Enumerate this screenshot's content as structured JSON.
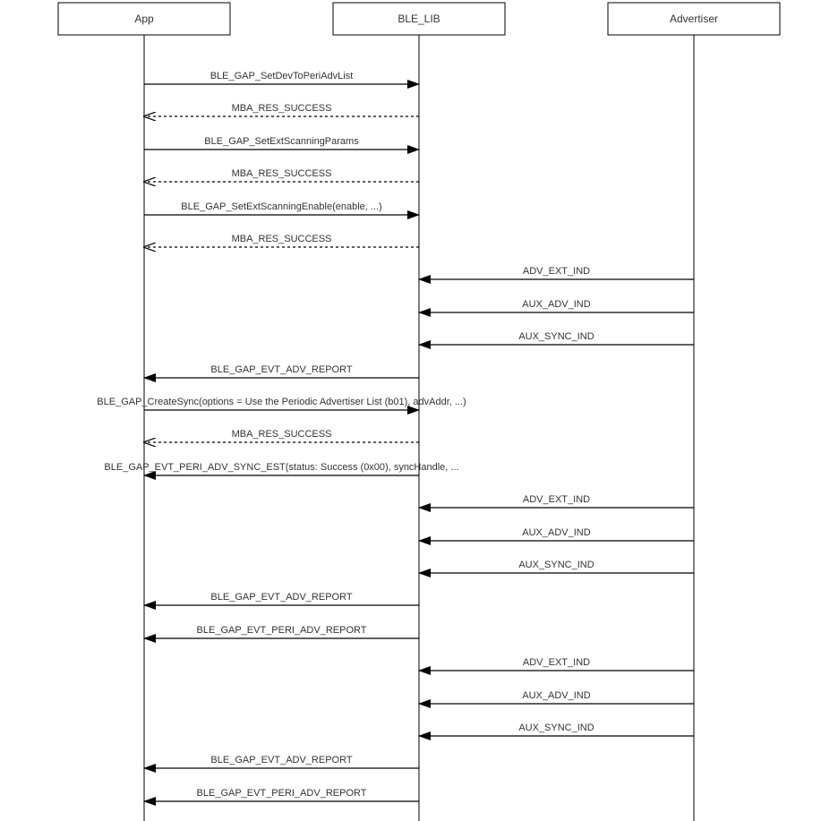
{
  "diagram": {
    "participants": [
      {
        "id": "app",
        "name": "App"
      },
      {
        "id": "ble_lib",
        "name": "BLE_LIB"
      },
      {
        "id": "advertiser",
        "name": "Advertiser"
      }
    ],
    "messages": [
      {
        "from": "app",
        "to": "ble_lib",
        "label": "BLE_GAP_SetDevToPeriAdvList",
        "kind": "call"
      },
      {
        "from": "ble_lib",
        "to": "app",
        "label": "MBA_RES_SUCCESS",
        "kind": "return"
      },
      {
        "from": "app",
        "to": "ble_lib",
        "label": "BLE_GAP_SetExtScanningParams",
        "kind": "call"
      },
      {
        "from": "ble_lib",
        "to": "app",
        "label": "MBA_RES_SUCCESS",
        "kind": "return"
      },
      {
        "from": "app",
        "to": "ble_lib",
        "label": "BLE_GAP_SetExtScanningEnable(enable, ...)",
        "kind": "call"
      },
      {
        "from": "ble_lib",
        "to": "app",
        "label": "MBA_RES_SUCCESS",
        "kind": "return"
      },
      {
        "from": "advertiser",
        "to": "ble_lib",
        "label": "ADV_EXT_IND",
        "kind": "call"
      },
      {
        "from": "advertiser",
        "to": "ble_lib",
        "label": "AUX_ADV_IND",
        "kind": "call"
      },
      {
        "from": "advertiser",
        "to": "ble_lib",
        "label": "AUX_SYNC_IND",
        "kind": "call"
      },
      {
        "from": "ble_lib",
        "to": "app",
        "label": "BLE_GAP_EVT_ADV_REPORT",
        "kind": "call"
      },
      {
        "from": "app",
        "to": "ble_lib",
        "label": "BLE_GAP_CreateSync(options = Use the Periodic Advertiser List (b01), advAddr, ...)",
        "kind": "call"
      },
      {
        "from": "ble_lib",
        "to": "app",
        "label": "MBA_RES_SUCCESS",
        "kind": "return"
      },
      {
        "from": "ble_lib",
        "to": "app",
        "label": "BLE_GAP_EVT_PERI_ADV_SYNC_EST(status: Success (0x00), syncHandle, ...",
        "kind": "call"
      },
      {
        "from": "advertiser",
        "to": "ble_lib",
        "label": "ADV_EXT_IND",
        "kind": "call"
      },
      {
        "from": "advertiser",
        "to": "ble_lib",
        "label": "AUX_ADV_IND",
        "kind": "call"
      },
      {
        "from": "advertiser",
        "to": "ble_lib",
        "label": "AUX_SYNC_IND",
        "kind": "call"
      },
      {
        "from": "ble_lib",
        "to": "app",
        "label": "BLE_GAP_EVT_ADV_REPORT",
        "kind": "call"
      },
      {
        "from": "ble_lib",
        "to": "app",
        "label": "BLE_GAP_EVT_PERI_ADV_REPORT",
        "kind": "call"
      },
      {
        "from": "advertiser",
        "to": "ble_lib",
        "label": "ADV_EXT_IND",
        "kind": "call"
      },
      {
        "from": "advertiser",
        "to": "ble_lib",
        "label": "AUX_ADV_IND",
        "kind": "call"
      },
      {
        "from": "advertiser",
        "to": "ble_lib",
        "label": "AUX_SYNC_IND",
        "kind": "call"
      },
      {
        "from": "ble_lib",
        "to": "app",
        "label": "BLE_GAP_EVT_ADV_REPORT",
        "kind": "call"
      },
      {
        "from": "ble_lib",
        "to": "app",
        "label": "BLE_GAP_EVT_PERI_ADV_REPORT",
        "kind": "call"
      }
    ]
  }
}
